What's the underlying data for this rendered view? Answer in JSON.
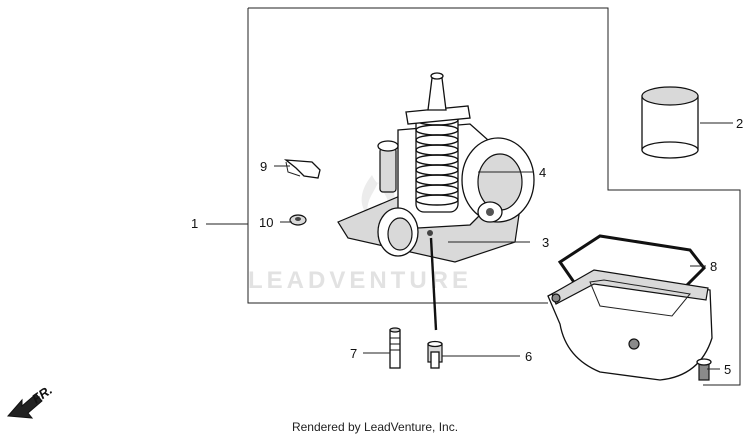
{
  "diagram": {
    "watermark": "LEADVENTURE",
    "direction_label": "FR.",
    "callouts": [
      {
        "id": "1",
        "label": "1"
      },
      {
        "id": "2",
        "label": "2"
      },
      {
        "id": "3",
        "label": "3"
      },
      {
        "id": "4",
        "label": "4"
      },
      {
        "id": "5",
        "label": "5"
      },
      {
        "id": "6",
        "label": "6"
      },
      {
        "id": "7",
        "label": "7"
      },
      {
        "id": "8",
        "label": "8"
      },
      {
        "id": "9",
        "label": "9"
      },
      {
        "id": "10",
        "label": "10"
      }
    ]
  },
  "footer": {
    "text": "Rendered by LeadVenture, Inc."
  }
}
